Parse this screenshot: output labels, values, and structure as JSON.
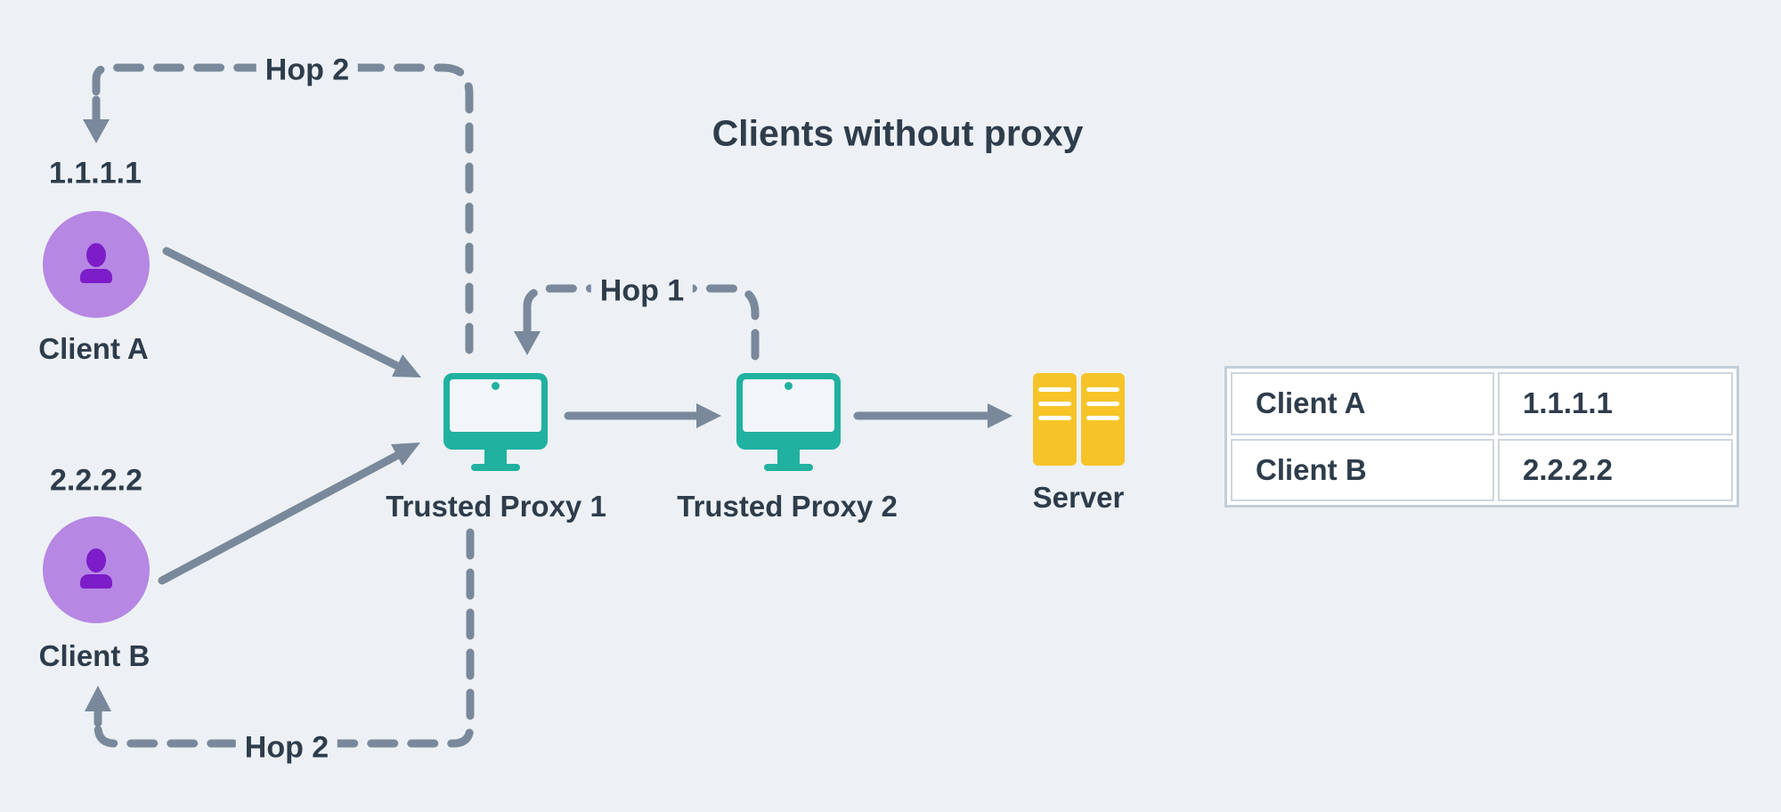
{
  "title": "Clients without proxy",
  "nodes": {
    "client_a": {
      "label": "Client A",
      "ip": "1.1.1.1"
    },
    "client_b": {
      "label": "Client B",
      "ip": "2.2.2.2"
    },
    "proxy1": {
      "label": "Trusted Proxy 1"
    },
    "proxy2": {
      "label": "Trusted Proxy 2"
    },
    "server": {
      "label": "Server"
    }
  },
  "hops": {
    "hop1": "Hop 1",
    "hop2_top": "Hop 2",
    "hop2_bottom": "Hop 2"
  },
  "table": {
    "rows": [
      [
        "Client A",
        "1.1.1.1"
      ],
      [
        "Client B",
        "2.2.2.2"
      ]
    ]
  },
  "colors": {
    "bg": "#edf1f5",
    "connector": "#79899b",
    "text": "#2e3c4b",
    "teal": "#21b1a0",
    "screen": "#f3f6f8",
    "purple_light": "#b687e3",
    "purple_dark": "#7d1dc9",
    "yellow": "#f6c428",
    "table_border": "#c3ced9",
    "cell_bg": "#ffffff",
    "cell_border": "#cdd6df"
  }
}
